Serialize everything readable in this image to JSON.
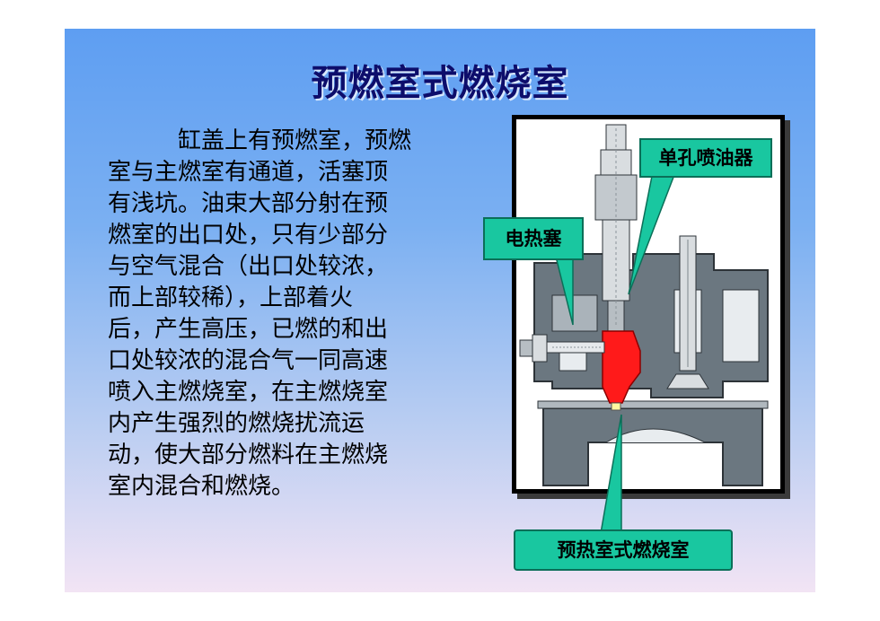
{
  "slide": {
    "title": "预燃室式燃烧室",
    "body_lines": [
      "缸盖上有预燃室，预燃",
      "室与主燃室有通道，活塞顶",
      "有浅坑。油束大部分射在预",
      "燃室的出口处，只有少部分",
      "与空气混合（出口处较浓，",
      "而上部较稀），上部着火",
      "后，产生高压，已燃的和出",
      "口处较浓的混合气一同高速",
      "喷入主燃烧室，在主燃烧室",
      "内产生强烈的燃烧扰流运",
      "动，使大部分燃料在主燃烧",
      "室内混合和燃烧。"
    ]
  },
  "diagram": {
    "labels": {
      "injector": "单孔喷油器",
      "glow_plug": "电热塞",
      "prechamber": "预热室式燃烧室"
    },
    "colors": {
      "callout_fill": "#19c7a0",
      "prechamber_fill": "#ff1a1a",
      "metal_dark": "#6b7780",
      "metal_light": "#d9dde0"
    }
  }
}
